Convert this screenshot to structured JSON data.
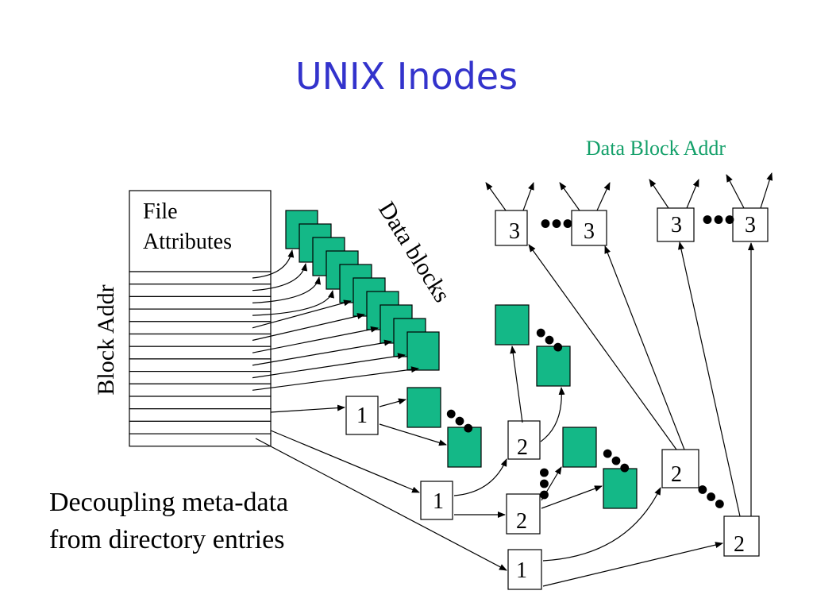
{
  "slide": {
    "title": "UNIX Inodes",
    "data_block_addr_label": "Data Block Addr",
    "data_blocks_label": "Data blocks",
    "block_addr_label": "Block Addr",
    "inode": {
      "attr_line1": "File",
      "attr_line2": "Attributes"
    },
    "caption_line1": "Decoupling meta-data",
    "caption_line2": "from directory entries",
    "single_indirect_label": "1",
    "double_indirect_label": "2",
    "triple_indirect_label": "3",
    "dots": "•••",
    "colors": {
      "title": "#3333cc",
      "label_green": "#14a06a",
      "data_block_fill": "#14b887"
    }
  }
}
